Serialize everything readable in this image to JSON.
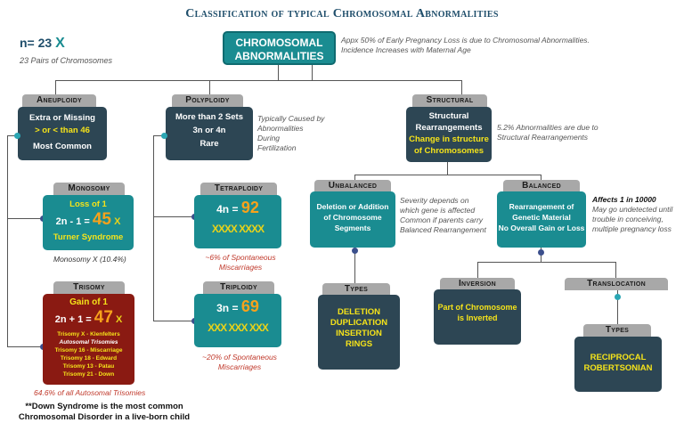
{
  "title": "Classification of typical Chromosomal Abnormalities",
  "n_label": "n= 23",
  "n_sub": "23 Pairs of Chromosomes",
  "root": {
    "line1": "CHROMOSOMAL",
    "line2": "ABNORMALITIES",
    "note1": "Appx 50% of Early Pregnancy Loss is due to Chromosomal Abnormalities.",
    "note2": "Incidence Increases with Maternal Age"
  },
  "aneuploidy": {
    "tab": "Aneuploidy",
    "l1": "Extra or Missing",
    "l2": "> or < than 46",
    "l3": "Most Common"
  },
  "polyploidy": {
    "tab": "Polyploidy",
    "l1": "More than 2 Sets",
    "l2": "3n or 4n",
    "l3": "Rare",
    "note1": "Typically Caused by",
    "note2": "Abnormalities",
    "note3": "During",
    "note4": "Fertilization"
  },
  "structural": {
    "tab": "Structural",
    "l1": "Structural",
    "l2": "Rearrangements",
    "l3": "Change in structure",
    "l4": "of Chromosomes",
    "note1": "5.2% Abnormalities are due to",
    "note2": "Structural Rearrangements"
  },
  "monosomy": {
    "tab": "Monosomy",
    "l1": "Loss of 1",
    "formula": "2n - 1 =",
    "num": "45",
    "l3": "Turner Syndrome",
    "note": "Monosomy X (10.4%)"
  },
  "trisomy": {
    "tab": "Trisomy",
    "l1": "Gain of 1",
    "formula": "2n + 1 =",
    "num": "47",
    "items": [
      "Trisomy X - Klenfelters",
      "Autosomal Trisomies",
      "Trisomy 16 - Miscarriage",
      "Trisomy 18 - Edward",
      "Trisomy 13 - Patau",
      "Trisomy 21 - Down"
    ],
    "note": "64.6% of all Autosomal Trisomies"
  },
  "tetraploidy": {
    "tab": "Tetraploidy",
    "formula": "4n =",
    "num": "92",
    "note1": "~6% of Spontaneous",
    "note2": "Miscarriages"
  },
  "triploidy": {
    "tab": "Triploidy",
    "formula": "3n =",
    "num": "69",
    "note1": "~20% of Spontaneous",
    "note2": "Miscarriages"
  },
  "unbalanced": {
    "tab": "Unbalanced",
    "l1": "Deletion or Addition",
    "l2": "of Chromosome",
    "l3": "Segments",
    "note1": "Severity depends on",
    "note2": "which gene is affected",
    "note3": "Common if parents carry",
    "note4": "Balanced Rearrangement"
  },
  "balanced": {
    "tab": "Balanced",
    "l1": "Rearrangement of",
    "l2": "Genetic Material",
    "l3": "No Overall Gain or Loss",
    "note1": "Affects 1 in 10000",
    "note2": "May go undetected until",
    "note3": "trouble in conceiving,",
    "note4": "multiple pregnancy loss"
  },
  "types1": {
    "tab": "Types",
    "items": [
      "DELETION",
      "DUPLICATION",
      "INSERTION",
      "RINGS"
    ]
  },
  "inversion": {
    "tab": "Inversion",
    "l1": "Part of Chromosome",
    "l2": "is Inverted"
  },
  "translocation": {
    "tab": "Translocation"
  },
  "types2": {
    "tab": "Types",
    "items": [
      "RECIPROCAL",
      "ROBERTSONIAN"
    ]
  },
  "footer": {
    "l1": "**Down Syndrome is the most common",
    "l2": "Chromosomal Disorder in a live-born child"
  }
}
